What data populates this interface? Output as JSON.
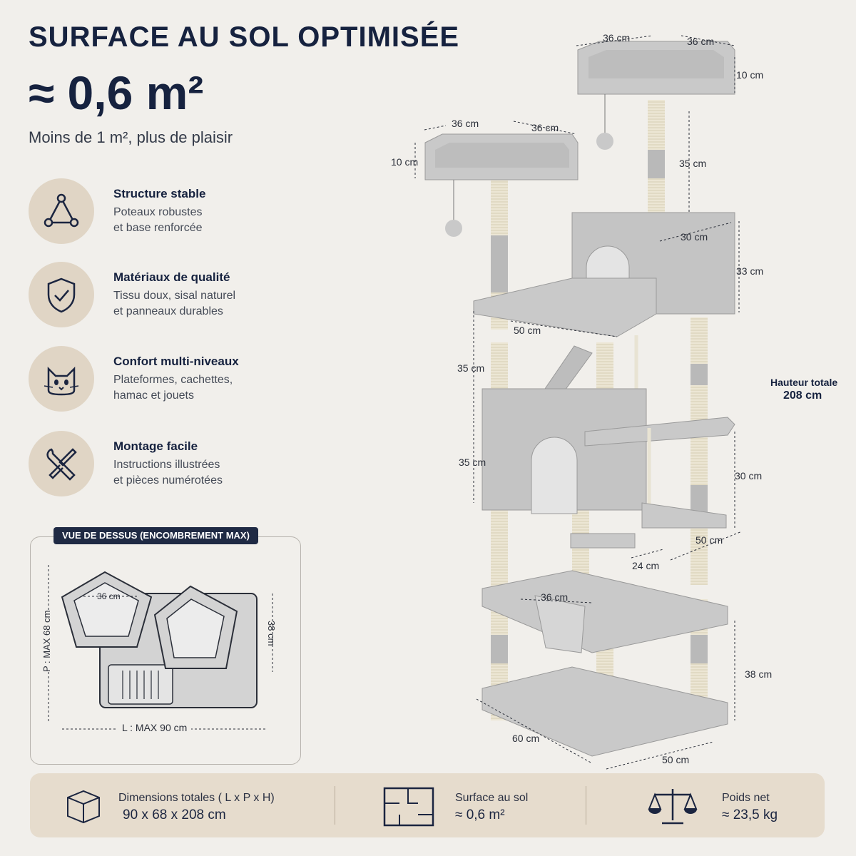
{
  "headline": {
    "title": "SURFACE AU SOL OPTIMISÉE",
    "area": "≈ 0,6 m²",
    "tagline": "Moins de 1 m², plus de plaisir"
  },
  "features": [
    {
      "icon": "triangle-structure-icon",
      "title": "Structure stable",
      "line1": "Poteaux robustes",
      "line2": "et base renforcée"
    },
    {
      "icon": "shield-check-icon",
      "title": "Matériaux de qualité",
      "line1": "Tissu doux, sisal naturel",
      "line2": "et panneaux durables"
    },
    {
      "icon": "cat-face-icon",
      "title": "Confort multi-niveaux",
      "line1": "Plateformes, cachettes,",
      "line2": "hamac et jouets"
    },
    {
      "icon": "tools-icon",
      "title": "Montage facile",
      "line1": "Instructions illustrées",
      "line2": "et pièces numérotées"
    }
  ],
  "top_view": {
    "label": "VUE DE DESSUS (ENCOMBREMENT MAX)",
    "perch": "36 cm",
    "depth_small": "38 cm",
    "depth_max": "P : MAX 68 cm",
    "width_max": "L : MAX 90 cm"
  },
  "tree_dims": {
    "top_w1": "36 cm",
    "top_w2": "36 cm",
    "top_h": "10 cm",
    "left_w1": "36 cm",
    "left_w2": "36 cm",
    "left_h": "10 cm",
    "post_top": "35 cm",
    "box_w": "30 cm",
    "box_h": "33 cm",
    "deck_w": "50 cm",
    "mid_h": "35 cm",
    "cave_h": "35 cm",
    "right_h": "30 cm",
    "ledge_d": "24 cm",
    "ledge_w": "50 cm",
    "hammock_w": "36 cm",
    "base_h": "38 cm",
    "base_d": "60 cm",
    "base_w": "50 cm",
    "total_label": "Hauteur totale",
    "total_value": "208 cm"
  },
  "specs": [
    {
      "icon": "box-icon",
      "label": "Dimensions totales  ( L x P x H)",
      "value": "90 x 68 x 208 cm"
    },
    {
      "icon": "floor-plan-icon",
      "label": "Surface au sol",
      "value": "≈ 0,6 m²"
    },
    {
      "icon": "scale-icon",
      "label": "Poids net",
      "value": "≈ 23,5 kg"
    }
  ],
  "colors": {
    "navy": "#16223f",
    "beige": "#e0d5c5",
    "panel": "#e6dccd",
    "plush": "#c9c9c9",
    "sisal": "#ece6d4"
  }
}
